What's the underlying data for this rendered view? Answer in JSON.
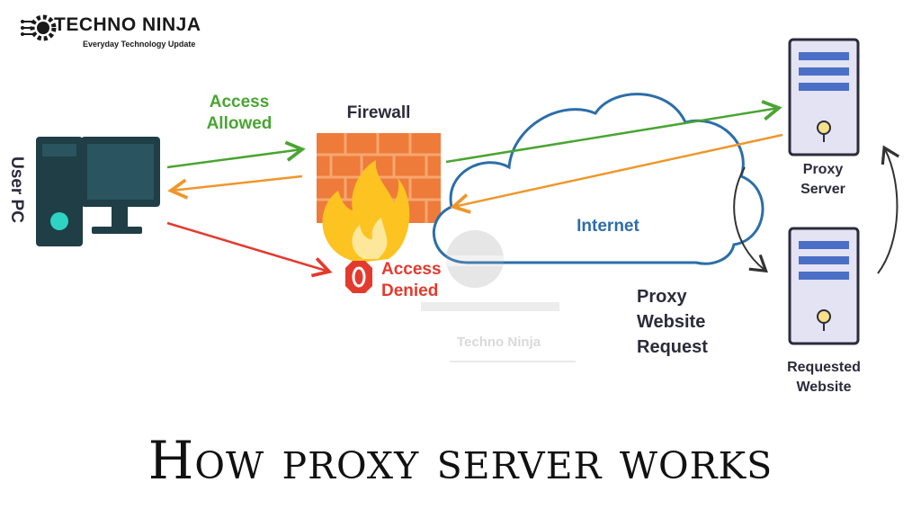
{
  "logo": {
    "title": "TECHNO NINJA",
    "subtitle": "Everyday Technology Update",
    "icon": "gear-circuit-icon"
  },
  "diagram": {
    "user_pc_label": "User PC",
    "access_allowed": "Access Allowed",
    "firewall_label": "Firewall",
    "access_denied": "Access Denied",
    "internet_label": "Internet",
    "proxy_request_label": "Proxy Website Request",
    "proxy_server_label": "Proxy Server",
    "requested_website_label": "Requested Website",
    "watermark": "Techno Ninja"
  },
  "footer": {
    "title": "How proxy server works"
  },
  "colors": {
    "allowed": "#4aa532",
    "return": "#f0962a",
    "denied": "#e43a2e",
    "internet": "#2c6ea9",
    "server_fill": "#e3e3f4",
    "server_stripe": "#4b6fc6",
    "pc_dark": "#1f3e45",
    "pc_accent": "#2ed3c2"
  }
}
